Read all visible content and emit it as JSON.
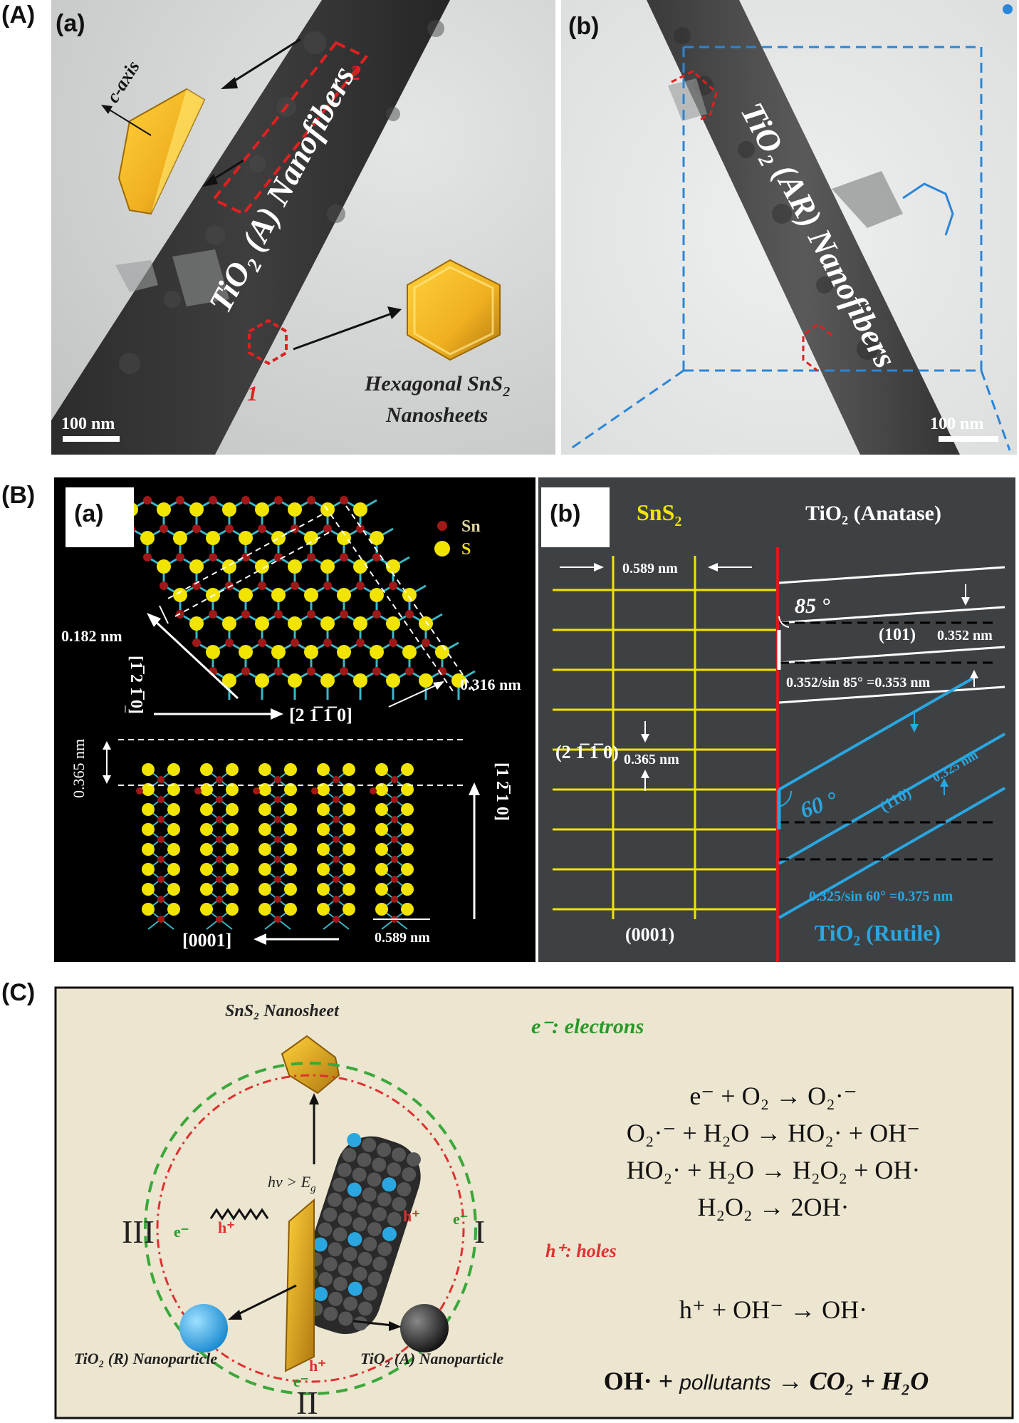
{
  "figure": {
    "panel_A": {
      "tag": "(A)",
      "sub_a": {
        "tag": "(a)",
        "c_axis": "c-axis",
        "fiber_label_main": "TiO",
        "fiber_label_sub": "2",
        "fiber_label_rest": " (A) Nanofibers",
        "marker_1": "1",
        "marker_2": "2",
        "hex_label_line1": "Hexagonal SnS",
        "hex_label_sub": "2",
        "hex_label_line2": "Nanosheets",
        "scale_bar": "100 nm"
      },
      "sub_b": {
        "tag": "(b)",
        "fiber_label_main": "TiO",
        "fiber_label_sub": "2",
        "fiber_label_rest": " (AR) Nanofibers",
        "scale_bar": "100 nm"
      }
    },
    "panel_B": {
      "tag": "(B)",
      "sub_a": {
        "tag": "(a)",
        "legend_sn": "Sn",
        "legend_s": "S",
        "d_0182": "0.182 nm",
        "dir_1210_top": "[1̅ 2 1̅ 0]",
        "dir_2110": "[2 1̅ 1̅ 0]",
        "d_0316": "0.316 nm",
        "d_0365": "0.365 nm",
        "dir_1210_side": "[1 2̅ 1 0]",
        "dir_0001": "[0001]",
        "d_0589": "0.589 nm"
      },
      "sub_b": {
        "tag": "(b)",
        "sns2": "SnS",
        "sns2_sub": "2",
        "tio2_anatase": "TiO₂ (Anatase)",
        "d_0589": "0.589 nm",
        "angle_85": "85 °",
        "plane_101": "(101)",
        "d_0352": "0.352 nm",
        "calc_anatase": "0.352/sin 85° =0.353 nm",
        "plane_2110": "(2 1̅ 1̅ 0)",
        "d_0365": "0.365 nm",
        "angle_60": "60 °",
        "plane_110": "(110)",
        "d_0325": "0.325 nm",
        "calc_rutile": "0.325/sin 60° =0.375 nm",
        "plane_0001": "(0001)",
        "tio2_rutile": "TiO₂ (Rutile)"
      }
    },
    "panel_C": {
      "tag": "(C)",
      "nanosheet": "SnS₂ Nanosheet",
      "electrons": "e⁻: electrons",
      "holes": "h⁺: holes",
      "roman_1": "I",
      "roman_2": "II",
      "roman_3": "III",
      "e_label": "e⁻",
      "h_label": "h⁺",
      "hv": "hν > E",
      "hv_sub": "g",
      "tio2_r": "TiO₂ (R) Nanoparticle",
      "tio2_a": "TiO₂ (A) Nanoparticle",
      "eq1": "e⁻ +  O₂  → O₂·⁻",
      "eq2": "O₂·⁻ + H₂O → HO₂· + OH⁻",
      "eq3": "HO₂· + H₂O → H₂O₂ + OH·",
      "eq4": "H₂O₂ → 2OH·",
      "eq5": "h⁺ + OH⁻ → OH·",
      "eq6_a": "OH· + ",
      "eq6_b": "pollutants",
      "eq6_c": " → CO₂ + H₂O"
    }
  },
  "colors": {
    "sn": "#a01818",
    "s": "#f0e400",
    "bond": "#3ab8c8",
    "yellow_grid": "#f0e400",
    "rutile_blue": "#2aa6e0",
    "red_line": "#e01818",
    "panel_c_bg": "#ece5d0",
    "tem_bg": "#d0d2d2"
  }
}
